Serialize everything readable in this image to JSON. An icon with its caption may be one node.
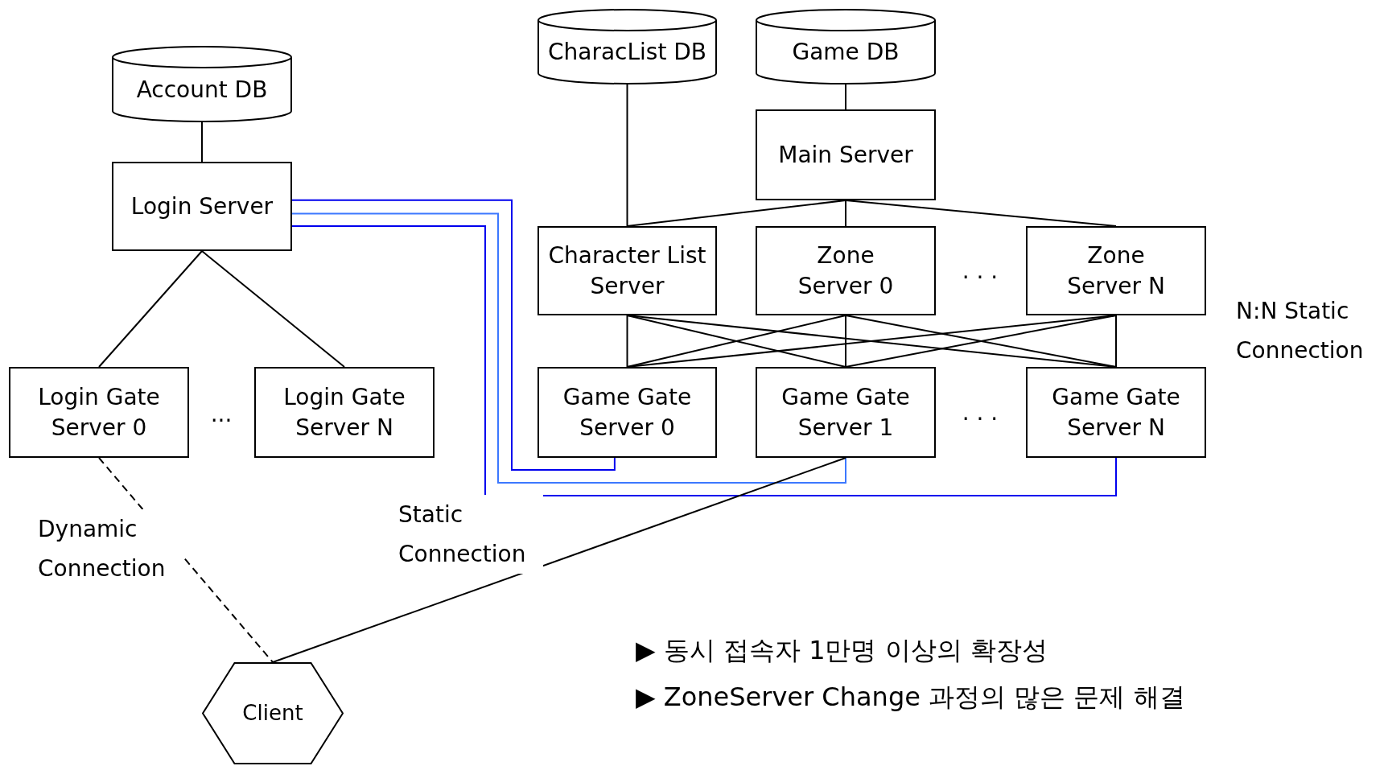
{
  "diagram": {
    "nodes": [
      {
        "text": [
          "Account DB"
        ]
      },
      {
        "text": [
          "Login Server"
        ]
      },
      {
        "text": [
          "Login Gate Server 0"
        ]
      },
      {
        "text": [
          "Login Gate Server N"
        ]
      },
      {
        "text": [
          "CharacList DB"
        ]
      },
      {
        "text": [
          "Game DB"
        ]
      },
      {
        "text": [
          "Main Server"
        ]
      },
      {
        "text": [
          "Character List Server"
        ]
      },
      {
        "text": [
          "Zone Server 0"
        ]
      },
      {
        "text": [
          "Zone Server N"
        ]
      },
      {
        "text": [
          "Game Gate Server 0"
        ]
      },
      {
        "text": [
          "Game Gate Server 1"
        ]
      },
      {
        "text": [
          "Game Gate Server N"
        ]
      },
      {
        "text": [
          "Client"
        ]
      }
    ],
    "edges": [
      {
        "from": 0,
        "to": 1,
        "arrow": "none"
      },
      {
        "from": 1,
        "to": 2,
        "arrow": "none"
      },
      {
        "from": 1,
        "to": 3,
        "arrow": "none"
      },
      {
        "from": 4,
        "to": 7,
        "arrow": "none"
      },
      {
        "from": 5,
        "to": 6,
        "arrow": "none"
      },
      {
        "from": 6,
        "to": 7,
        "arrow": "none"
      },
      {
        "from": 6,
        "to": 8,
        "arrow": "none"
      },
      {
        "from": 6,
        "to": 9,
        "arrow": "none"
      },
      {
        "from": 7,
        "to": 10,
        "arrow": "none"
      },
      {
        "from": 7,
        "to": 11,
        "arrow": "none"
      },
      {
        "from": 7,
        "to": 12,
        "arrow": "none"
      },
      {
        "from": 8,
        "to": 10,
        "arrow": "none"
      },
      {
        "from": 8,
        "to": 11,
        "arrow": "none"
      },
      {
        "from": 8,
        "to": 12,
        "arrow": "none"
      },
      {
        "from": 9,
        "to": 10,
        "arrow": "none"
      },
      {
        "from": 9,
        "to": 11,
        "arrow": "none"
      },
      {
        "from": 9,
        "to": 12,
        "arrow": "none"
      },
      {
        "from": 1,
        "to": 10,
        "arrow": "none",
        "color": "#0000ee"
      },
      {
        "from": 1,
        "to": 11,
        "arrow": "none",
        "color": "#3c78ff"
      },
      {
        "from": 1,
        "to": 12,
        "arrow": "none",
        "color": "#0000ee"
      },
      {
        "from": 2,
        "to": 13,
        "arrow": "none",
        "style": "dashed",
        "label": "Dynamic Connection"
      },
      {
        "from": 11,
        "to": 13,
        "arrow": "none",
        "label": "Static Connection"
      }
    ],
    "labels": [
      "...",
      ". . .",
      "N:N Static Connection",
      ". . .",
      "▶ 동시 접속자 1만명 이상의 확장성",
      "▶ ZoneServer Change 과정의 많은 문제 해결"
    ]
  }
}
